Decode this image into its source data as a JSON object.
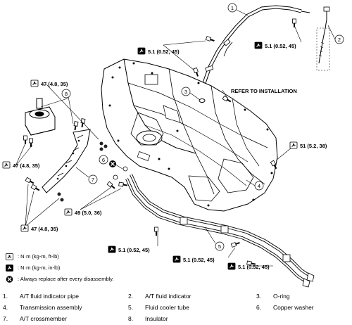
{
  "diagram": {
    "callouts": [
      "1",
      "2",
      "3",
      "4",
      "5",
      "6",
      "7",
      "8"
    ],
    "torque_labels": {
      "pipe_bolts_left": "5.1 (0.52, 45)",
      "pipe_bolt_right": "5.1 (0.52, 45)",
      "mount_top": "47 (4.8, 35)",
      "mount_bolts": "47 (4.8, 35)",
      "crossmember_bolts": "47 (4.8, 35)",
      "cooler_bracket": "49 (5.0, 36)",
      "trans_right": "51 (5.2, 38)",
      "tube_clip_1": "5.1 (0.52, 45)",
      "tube_clip_2": "5.1 (0.52, 45)",
      "tube_clip_3": "5.1 (0.52, 45)"
    },
    "refer_note": "REFER TO INSTALLATION"
  },
  "legend": [
    {
      "icon": "torque-wrench-icon",
      "text": ": N·m (kg-m, ft-lb)"
    },
    {
      "icon": "torque-wrench-small-icon",
      "text": ": N·m (kg-m, in-lb)"
    },
    {
      "icon": "replace-x-icon",
      "text": ": Always replace after every disassembly."
    }
  ],
  "parts": [
    {
      "num": "1.",
      "name": "A/T fluid indicator pipe"
    },
    {
      "num": "2.",
      "name": "A/T fluid indicator"
    },
    {
      "num": "3.",
      "name": "O-ring"
    },
    {
      "num": "4.",
      "name": "Transmission assembly"
    },
    {
      "num": "5.",
      "name": "Fluid cooler tube"
    },
    {
      "num": "6.",
      "name": "Copper washer"
    },
    {
      "num": "7.",
      "name": "A/T crossmember"
    },
    {
      "num": "8.",
      "name": "Insulator"
    }
  ]
}
